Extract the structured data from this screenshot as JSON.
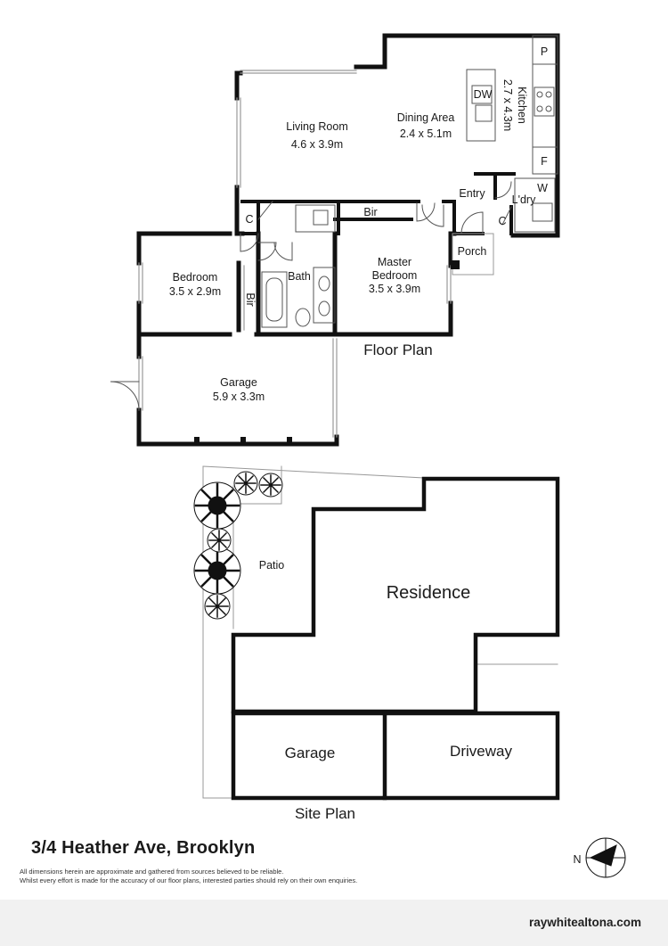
{
  "floor_plan": {
    "title": "Floor Plan",
    "rooms": {
      "living_room": {
        "name": "Living Room",
        "size": "4.6 x 3.9m"
      },
      "dining_area": {
        "name": "Dining Area",
        "size": "2.4 x 5.1m"
      },
      "kitchen": {
        "name": "Kitchen",
        "size": "2.7 x 4.3m"
      },
      "bedroom": {
        "name": "Bedroom",
        "size": "3.5 x 2.9m"
      },
      "master_bedroom": {
        "name_line1": "Master",
        "name_line2": "Bedroom",
        "size": "3.5 x 3.9m"
      },
      "garage": {
        "name": "Garage",
        "size": "5.9 x 3.3m"
      }
    },
    "small_labels": {
      "dishwasher": "DW",
      "pantry": "P",
      "fridge": "F",
      "washer": "W",
      "laundry": "L'dry",
      "entry": "Entry",
      "porch": "Porch",
      "bath": "Bath",
      "bir_master": "Bir",
      "bir_bedroom": "Bir",
      "closet_left": "C",
      "closet_right": "C"
    }
  },
  "site_plan": {
    "title": "Site Plan",
    "areas": {
      "residence": "Residence",
      "garage": "Garage",
      "driveway": "Driveway",
      "patio": "Patio"
    }
  },
  "compass": {
    "north_label": "N"
  },
  "property": {
    "address": "3/4 Heather Ave, Brooklyn"
  },
  "disclaimer": {
    "line1": "All dimensions herein are approximate and gathered from sources believed to be reliable.",
    "line2": "Whilst every effort is made for the accuracy of our floor plans, interested parties should rely on their own enquiries."
  },
  "footer": {
    "url": "raywhitealtona.com"
  }
}
